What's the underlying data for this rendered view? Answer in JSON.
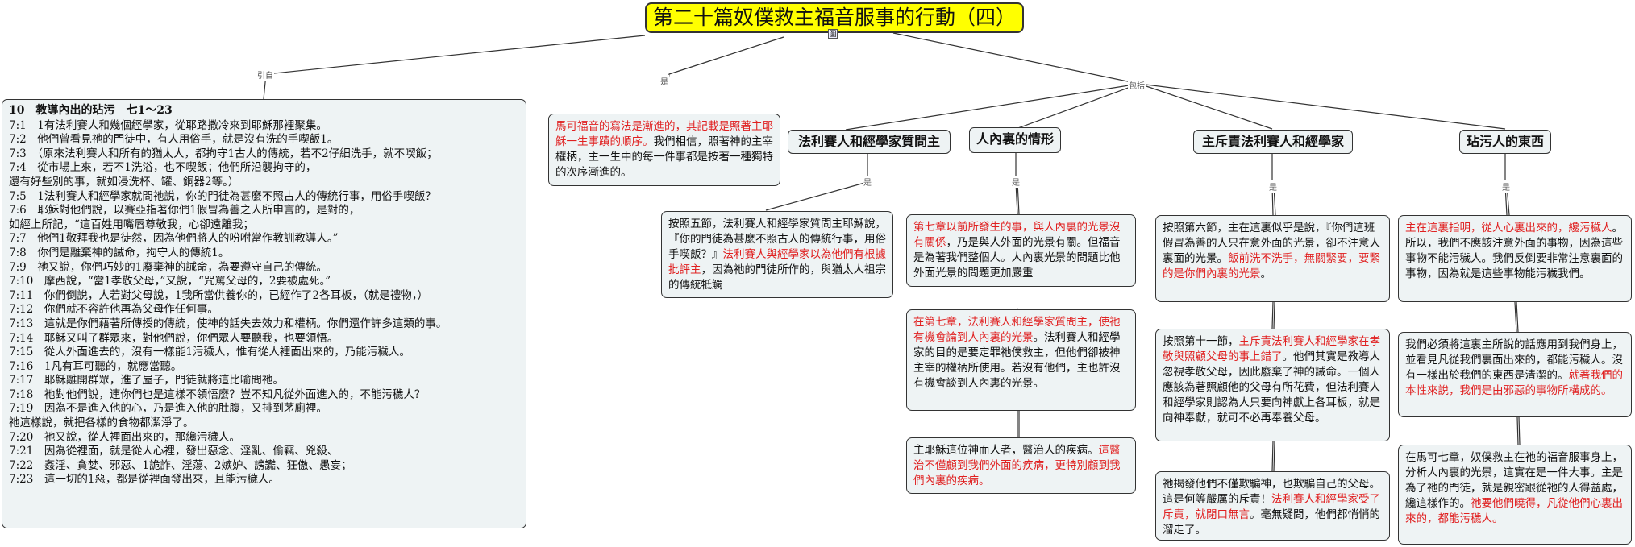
{
  "title": "第二十篇奴僕救主福音服事的行動（四）",
  "title_icon": "圖",
  "links": {
    "quote": "引自",
    "is": "是",
    "include": "包括"
  },
  "verses": {
    "heading": "10　教導內出的玷污　七1～23",
    "lines": [
      "7:1　1有法利賽人和幾個經學家，從耶路撒冷來到耶穌那裡聚集。",
      "7:2　他們曾看見祂的門徒中，有人用俗手，就是沒有洗的手喫飯1。",
      "7:3　（原來法利賽人和所有的猶太人，都拘守1古人的傳統，若不2仔細洗手，就不喫飯；",
      "7:4　從市場上來，若不1洗浴，也不喫飯；他們所沿襲拘守的，",
      "還有好些別的事，就如浸洗杯、罐、銅器2等。）",
      "7:5　1法利賽人和經學家就問祂說，你的門徒為甚麼不照古人的傳統行事，用俗手喫飯？",
      "7:6　耶穌對他們說，以賽亞指著你們1假冒為善之人所申言的，是對的，",
      "如經上所記，“這百姓用嘴唇尊敬我，心卻遠離我；",
      "7:7　他們1敬拜我也是徒然，因為他們將人的吩咐當作教訓教導人。”",
      "7:8　你們是離棄神的誡命，拘守人的傳統1。",
      "7:9　祂又說，你們巧妙的1廢棄神的誡命，為要遵守自己的傳統。",
      "7:10　摩西說，“當1孝敬父母，”又說，“咒罵父母的，2要被處死。”",
      "7:11　你們倒說，人若對父母說，1我所當供養你的，已經作了2各耳板，（就是禮物，）",
      "7:12　你們就不容許他再為父母作任何事。",
      "7:13　這就是你們藉著所傳授的傳統，使神的話失去效力和權柄。你們還作許多這類的事。",
      "7:14　耶穌又叫了群眾來，對他們說，你們眾人要聽我，也要領悟。",
      "7:15　從人外面進去的，沒有一樣能1污穢人，惟有從人裡面出來的，乃能污穢人。",
      "7:16　1凡有耳可聽的，就應當聽。",
      "7:17　耶穌離開群眾，進了屋子，門徒就將這比喻問祂。",
      "7:18　祂對他們說，連你們也是這樣不領悟麼？豈不知凡從外面進入的，不能污穢人？",
      "7:19　因為不是進入他的心，乃是進入他的肚腹，又排到茅廁裡。",
      "祂這樣說，就把各樣的食物都潔淨了。",
      "7:20　祂又說，從人裡面出來的，那纔污穢人。",
      "7:21　因為從裡面，就是從人心裡，發出惡念、淫亂、偷竊、兇殺、",
      "7:22　姦淫、貪婪、邪惡、1詭詐、淫蕩、2嫉妒、謗讟、狂傲、愚妄；",
      "7:23　這一切的1惡，都是從裡面發出來，且能污穢人。"
    ]
  },
  "intro": {
    "red": "馬可福音的寫法是漸進的，其記載是照著主耶穌一生事蹟的順序。",
    "black": "我們相信，照著神的主宰權柄，主一生中的每一件事都是按著一種獨特的次序漸進的。"
  },
  "columns": [
    {
      "heading": "法利賽人和經學家質問主",
      "link": "是",
      "notes": [
        {
          "parts": [
            {
              "t": "按照五節，法利賽人和經學家質問主耶穌說，『你的門徒為甚麼不照古人的傳統行事，用俗手喫飯？』",
              "red": false
            },
            {
              "t": "法利賽人與經學家以為他們有根據批評主",
              "red": true
            },
            {
              "t": "，因為祂的門徒所作的，與猶太人祖宗的傳統牴觸",
              "red": false
            }
          ]
        }
      ]
    },
    {
      "heading": "人內裏的情形",
      "link": "是",
      "notes": [
        {
          "parts": [
            {
              "t": "第七章以前所發生的事，與人內裏的光景沒有關係",
              "red": true
            },
            {
              "t": "，乃是與人外面的光景有關。但福音是為著我們整個人。人內裏光景的問題比他外面光景的問題更加嚴重",
              "red": false
            }
          ]
        },
        {
          "parts": [
            {
              "t": "在第七章，法利賽人和經學家質問主，使祂有機會論到人內裏的光景",
              "red": true
            },
            {
              "t": "。法利賽人和經學家的目的是要定罪祂僕救主，但他們卻被神主宰的權柄所使用。若沒有他們，主也許沒有機會談到人內裏的光景。",
              "red": false
            }
          ]
        },
        {
          "parts": [
            {
              "t": "主耶穌這位神而人者，醫治人的疾病。",
              "red": false
            },
            {
              "t": "這醫治不僅顧到我們外面的疾病，更特別顧到我們內裏的疾病。",
              "red": true
            }
          ]
        }
      ]
    },
    {
      "heading": "主斥責法利賽人和經學家",
      "link": "是",
      "notes": [
        {
          "parts": [
            {
              "t": "按照第六節，主在這裏似乎是說，『你們這班假冒為善的人只在意外面的光景，卻不注意人裏面的光景。",
              "red": false
            },
            {
              "t": "飯前洗不洗手，無關緊要，要緊的是你們內裏的光景",
              "red": true
            },
            {
              "t": "。",
              "red": false
            }
          ]
        },
        {
          "parts": [
            {
              "t": "按照第十一節，",
              "red": false
            },
            {
              "t": "主斥責法利賽人和經學家在孝敬與照顧父母的事上錯了",
              "red": true
            },
            {
              "t": "。他們其實是教導人忽視孝敬父母，因此廢棄了神的誡命。一個人應該為著照顧他的父母有所花費，但法利賽人和經學家則認為人只要向神獻上各耳板，就是向神奉獻，就可不必再奉養父母。",
              "red": false
            }
          ]
        },
        {
          "parts": [
            {
              "t": "祂揭發他們不僅欺騙神，也欺騙自己的父母。這是何等嚴厲的斥責！",
              "red": false
            },
            {
              "t": "法利賽人和經學家受了斥責，就閉口無言",
              "red": true
            },
            {
              "t": "。毫無疑問，他們都悄悄的溜走了。",
              "red": false
            }
          ]
        }
      ]
    },
    {
      "heading": "玷污人的東西",
      "link": "是",
      "notes": [
        {
          "parts": [
            {
              "t": "主在這裏指明，從人心裏出來的，纔污穢人",
              "red": true
            },
            {
              "t": "。所以，我們不應該注意外面的事物，因為這些事物不能污穢人。我們反倒要非常注意裏面的事物，因為就是這些事物能污穢我們。",
              "red": false
            }
          ]
        },
        {
          "parts": [
            {
              "t": "我們必須將這裏主所說的話應用到我們身上，並看見凡從我們裏面出來的，都能污穢人。沒有一樣出於我們的東西是清潔的。",
              "red": false
            },
            {
              "t": "就著我們的本性來說，我們是由邪惡的事物所構成的。",
              "red": true
            }
          ]
        },
        {
          "parts": [
            {
              "t": "在馬可七章，奴僕救主在祂的福音服事身上，分析人內裏的光景，這實在是一件大事。主是為了祂的門徒，就是親密跟從祂的人得益處，纔這樣作的。",
              "red": false
            },
            {
              "t": "祂要他們曉得，凡從他們心裏出來的，都能污穢人。",
              "red": true
            }
          ]
        }
      ]
    }
  ],
  "colors": {
    "title_bg": "#ffff00",
    "box_bg": "#eef3f4",
    "accent_red": "#e02020"
  },
  "icons": {
    "title_icon": "map-icon"
  }
}
